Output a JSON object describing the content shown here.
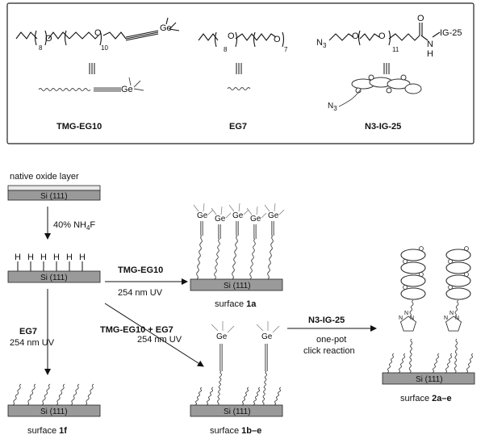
{
  "legend": {
    "tmg_name": "TMG-EG10",
    "eg7_name": "EG7",
    "n3ig_name": "N3-IG-25",
    "sub_8": "8",
    "sub_10": "10",
    "sub_8b": "8",
    "sub_7": "7",
    "sub_11": "11",
    "ge": "Ge",
    "ge2": "Ge",
    "n3": "N",
    "n3sub": "3",
    "n3b": "N",
    "n3bsub": "3",
    "o_label": "O",
    "h_label": "H",
    "ig25": "IG-25",
    "o1": "O",
    "o2": "O",
    "o3": "O",
    "o4": "O",
    "o5": "O",
    "o6": "O"
  },
  "scheme": {
    "native_oxide": "native oxide layer",
    "si111": "Si (111)",
    "step_nh4f": "40% NH",
    "step_nh4f_sub": "4",
    "step_nh4f_f": "F",
    "h_atom": "H",
    "arrow_tmg_label": "TMG-EG10",
    "arrow_tmg_uv": "254 nm UV",
    "arrow_mix_label": "TMG-EG10 + EG7",
    "arrow_mix_uv": "254 nm UV",
    "arrow_eg7_label": "EG7",
    "arrow_eg7_uv": "254 nm UV",
    "arrow_click_label": "N3-IG-25",
    "arrow_click_l1": "one-pot",
    "arrow_click_l2": "click reaction",
    "ge": "Ge",
    "surface_word": "surface ",
    "surf_1a": "1a",
    "surf_1f": "1f",
    "surf_1be": "1b–e",
    "surf_2ae": "2a–e"
  }
}
